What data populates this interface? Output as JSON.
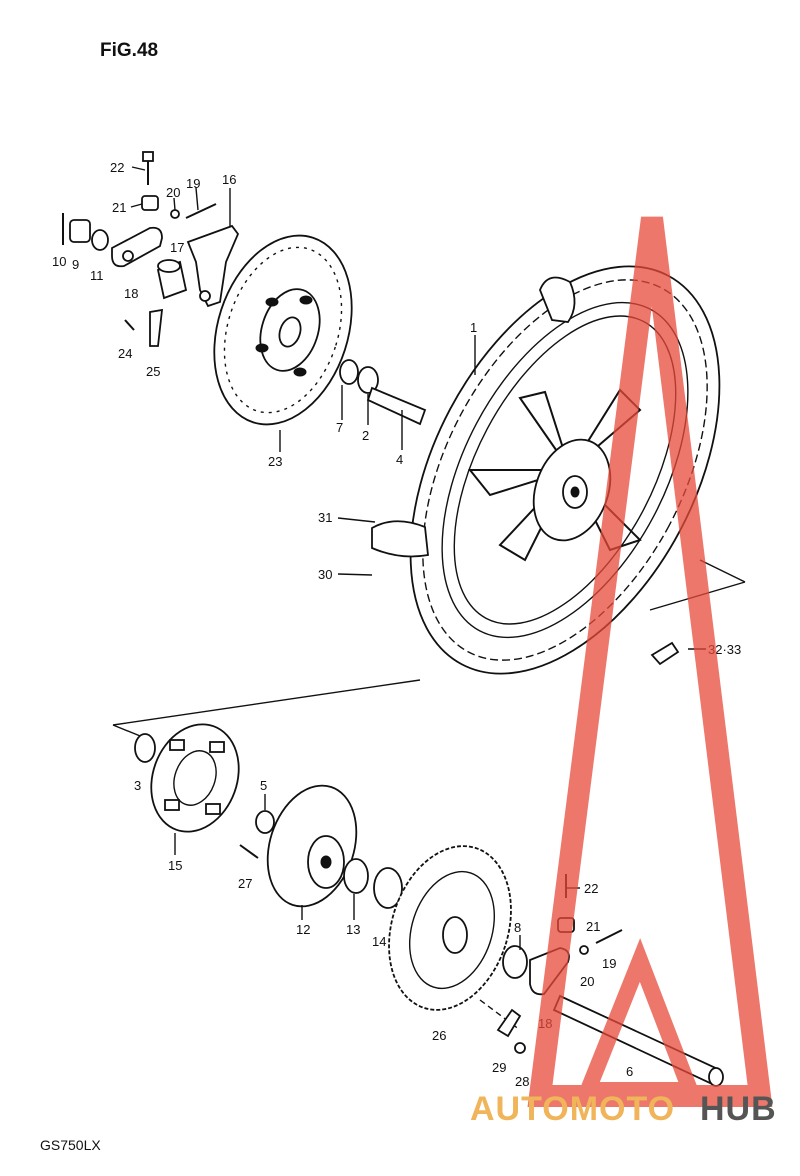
{
  "figure_title": "FiG.48",
  "model": "GS750LX",
  "watermark": {
    "part1": "AUTOMOTO",
    "part2": "HUB",
    "color_main": "#f0b45a",
    "color_hub": "#555555",
    "triangle_color": "#e84a3a"
  },
  "labels": {
    "l22a": "22",
    "l21a": "21",
    "l20a": "20",
    "l19a": "19",
    "l16": "16",
    "l10": "10",
    "l9": "9",
    "l11": "11",
    "l18a": "18",
    "l17": "17",
    "l24": "24",
    "l25": "25",
    "l7": "7",
    "l2": "2",
    "l4": "4",
    "l23": "23",
    "l1": "1",
    "l31": "31",
    "l30": "30",
    "l3233": "32·33",
    "l3": "3",
    "l15": "15",
    "l5": "5",
    "l27": "27",
    "l12": "12",
    "l13": "13",
    "l14": "14",
    "l26": "26",
    "l22b": "22",
    "l21b": "21",
    "l8": "8",
    "l20b": "20",
    "l19b": "19",
    "l18b": "18",
    "l29": "29",
    "l28": "28",
    "l6": "6"
  }
}
